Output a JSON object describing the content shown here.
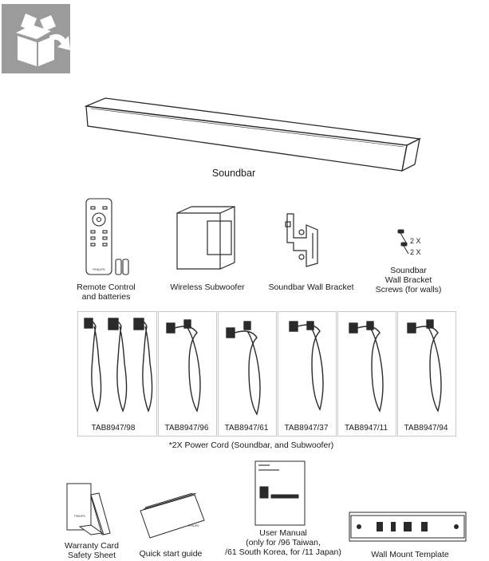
{
  "items": {
    "soundbar": "Soundbar",
    "remote": [
      "Remote Control",
      "and batteries"
    ],
    "subwoofer": "Wireless Subwoofer",
    "wall_bracket": "Soundbar Wall Bracket",
    "screws": [
      "Soundbar",
      "Wall Bracket",
      "Screws (for walls)"
    ],
    "screw_qty_1": "2 X",
    "screw_qty_2": "2 X"
  },
  "power_cords": {
    "models": [
      "TAB8947/98",
      "TAB8947/96",
      "TAB8947/61",
      "TAB8947/37",
      "TAB8947/11",
      "TAB8947/94"
    ],
    "note": "*2X Power Cord (Soundbar, and Subwoofer)"
  },
  "documents": {
    "warranty": [
      "Warranty Card",
      "Safety Sheet"
    ],
    "quick_start": "Quick start guide",
    "user_manual": [
      "User Manual",
      "(only for /96 Taiwan,",
      "/61 South Korea, for /11 Japan)"
    ],
    "wall_template": "Wall Mount Template"
  },
  "brand": {
    "remote_brand": "PHILIPS",
    "doc_brand": "PHILIPS"
  },
  "colors": {
    "unbox_bg": "#9b9b9b",
    "line": "#2a2a2a"
  }
}
